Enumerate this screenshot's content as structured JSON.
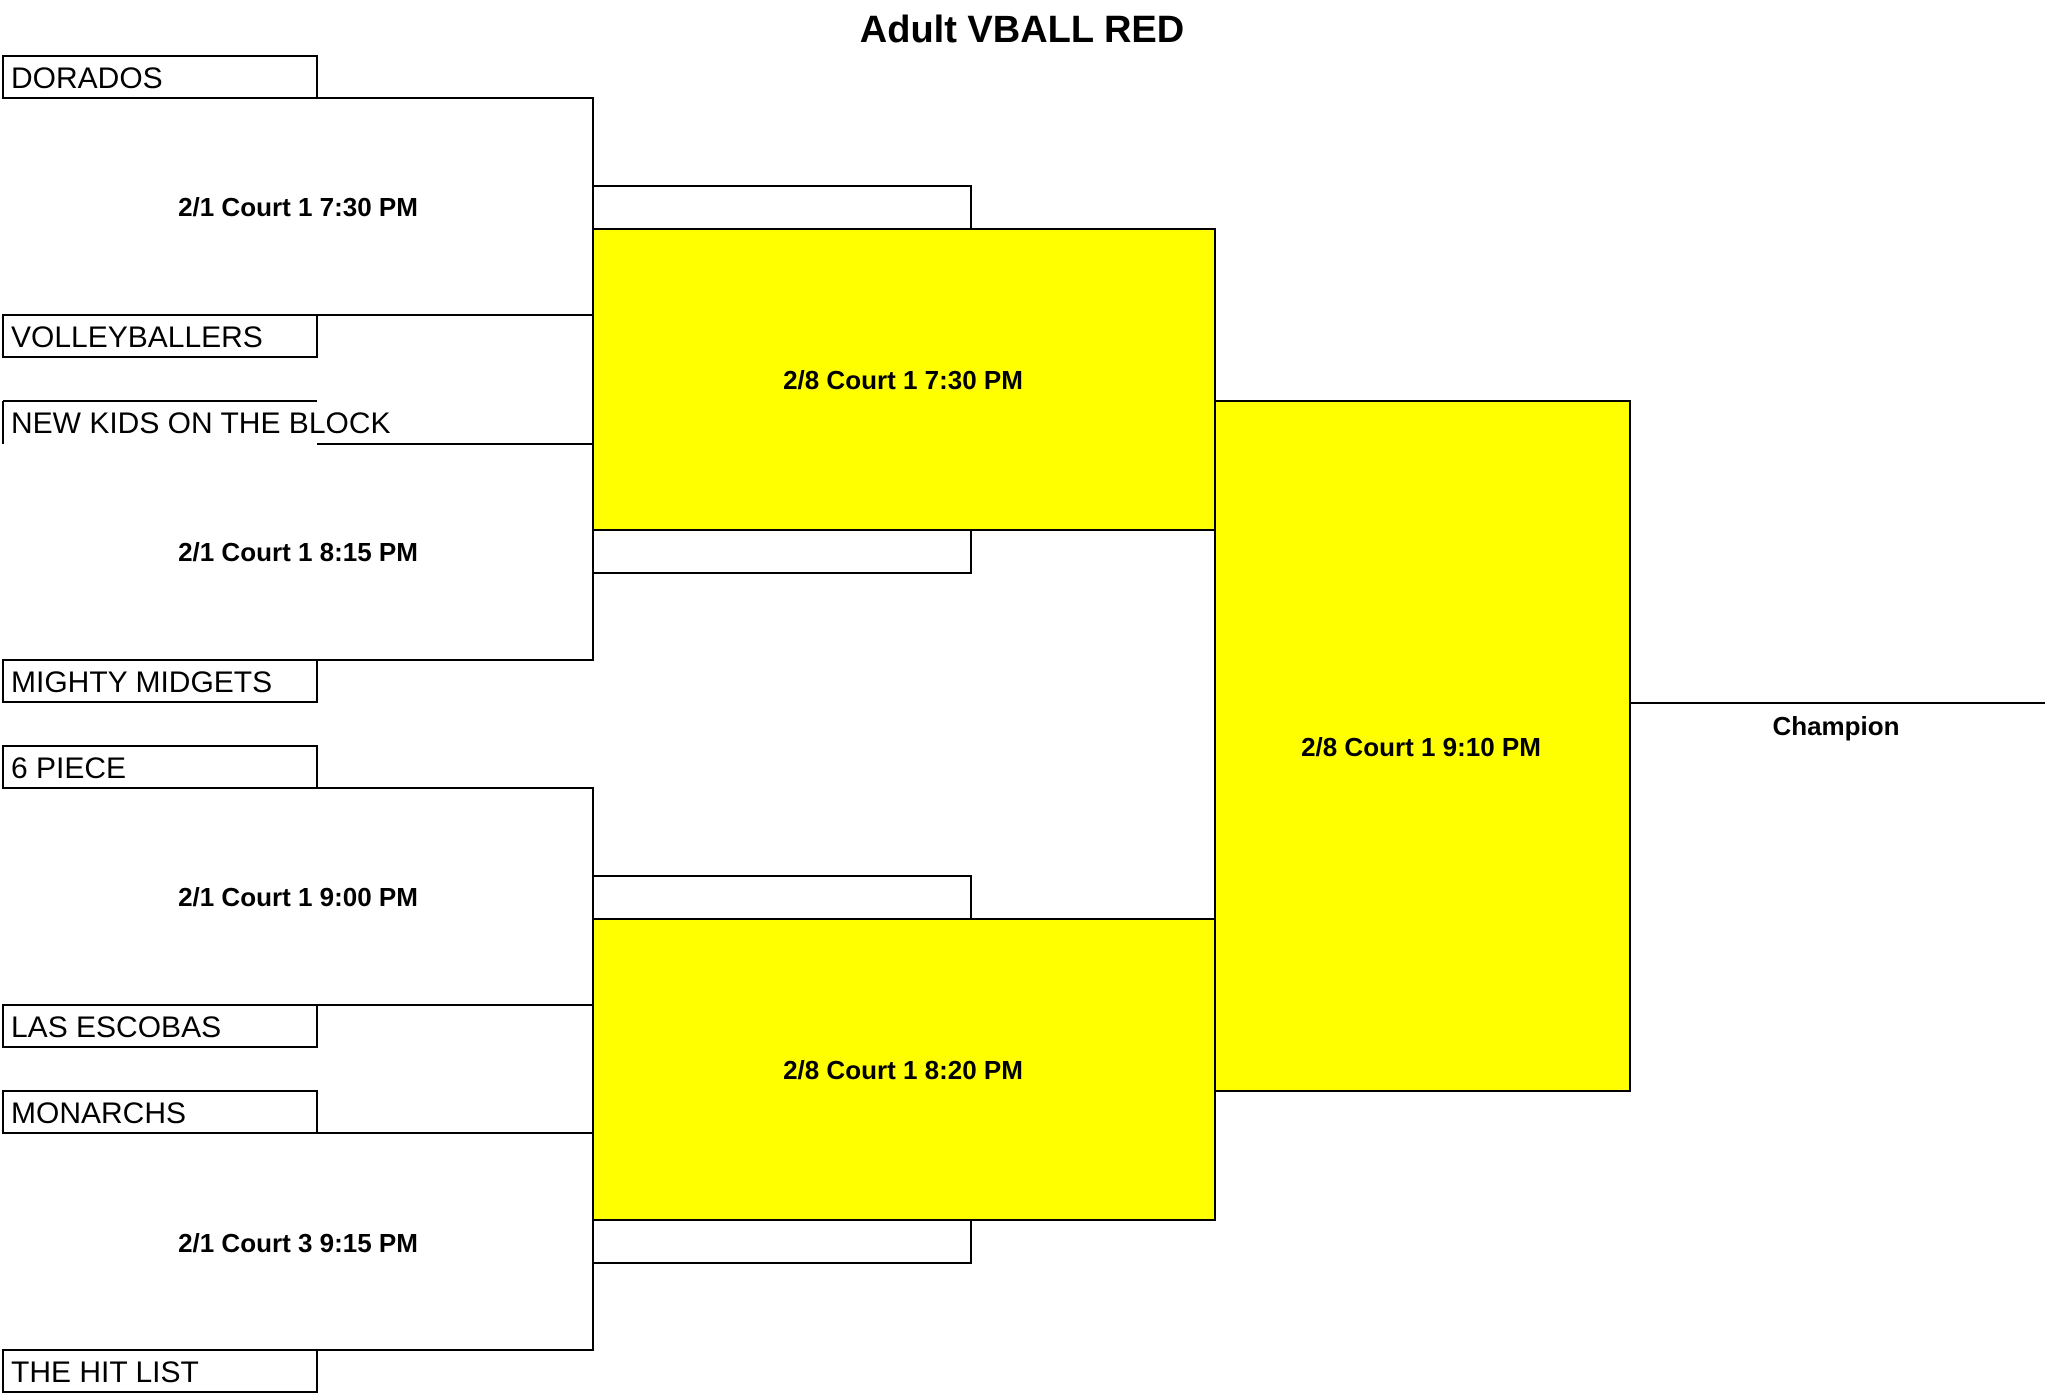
{
  "title": "Adult VBALL RED",
  "teams": [
    "DORADOS",
    "VOLLEYBALLERS",
    "NEW KIDS ON THE BLOCK",
    "MIGHTY MIDGETS",
    "6 PIECE",
    "LAS ESCOBAS",
    "MONARCHS",
    "THE HIT LIST"
  ],
  "round1": [
    "2/1 Court 1 7:30 PM",
    "2/1 Court 1 8:15 PM",
    "2/1 Court 1 9:00 PM",
    "2/1 Court 3 9:15 PM"
  ],
  "round2": [
    "2/8 Court 1 7:30 PM",
    "2/8 Court 1 8:20 PM"
  ],
  "final": "2/8 Court 1 9:10 PM",
  "champion_label": "Champion",
  "colors": {
    "highlight": "#ffff00",
    "line": "#000000",
    "background": "#ffffff"
  }
}
